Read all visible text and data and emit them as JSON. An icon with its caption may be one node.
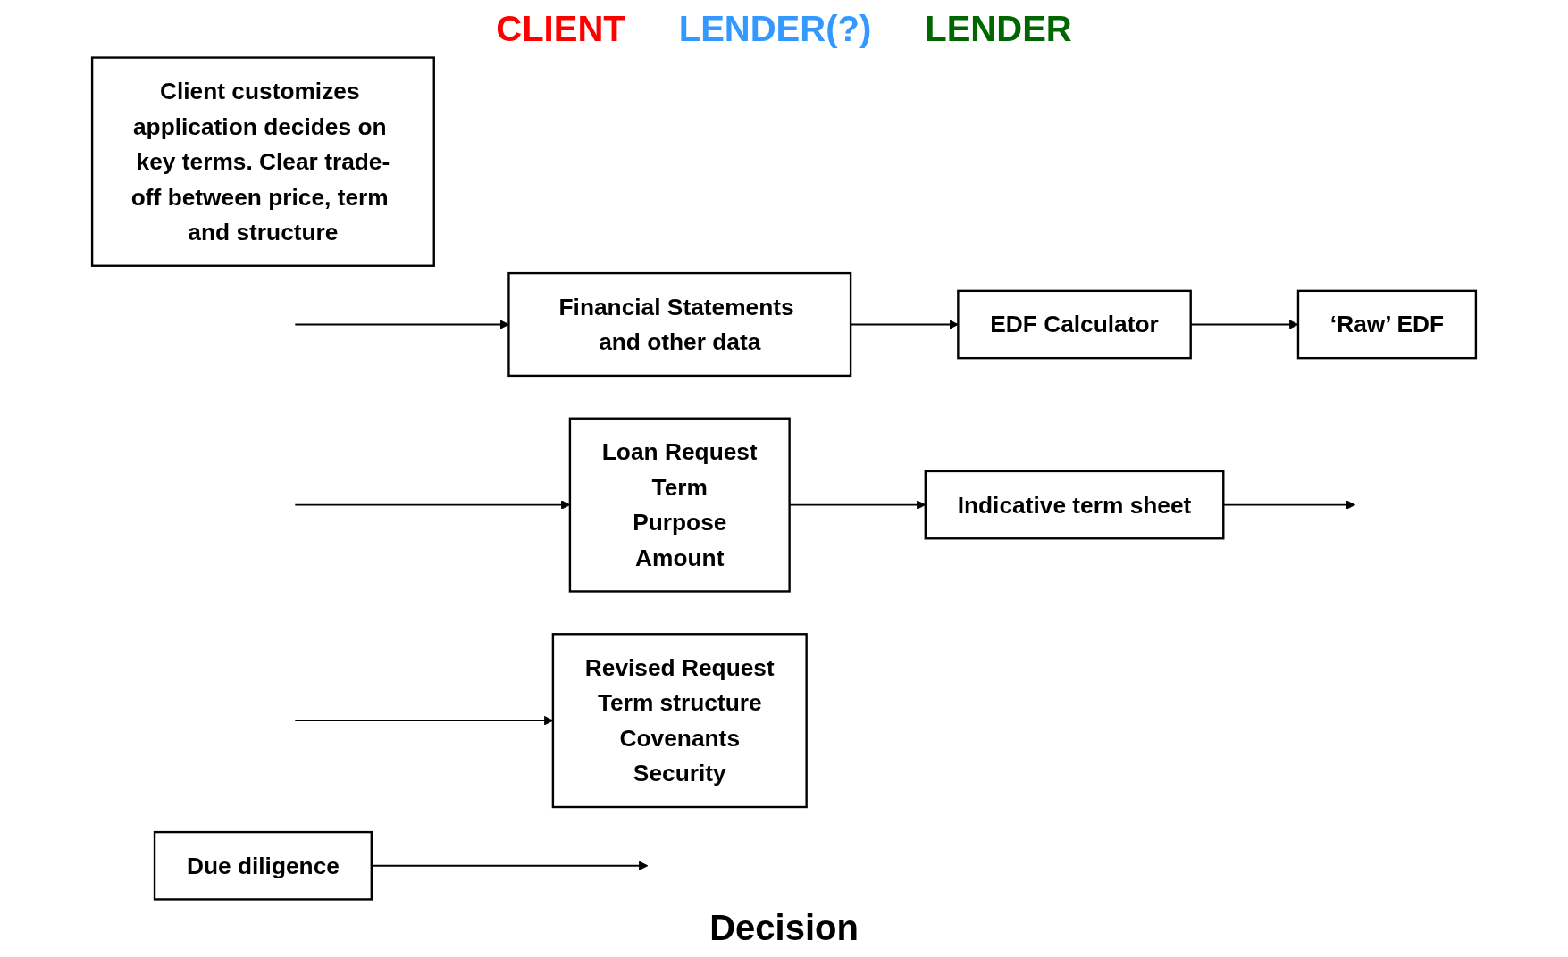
{
  "diagram": {
    "nodes": [
      {
        "text": [
          "Financial Statements and other data"
        ]
      },
      {
        "text": [
          "EDF Calculator"
        ]
      },
      {
        "text": [
          "‘Raw’ EDF"
        ]
      },
      {
        "text": [
          "Client customizes application decides on key terms. Clear trade-off between price, term and structure"
        ]
      },
      {
        "text": [
          "Loan Request",
          "Term",
          "Purpose",
          "Amount"
        ]
      },
      {
        "text": [
          "Indicative term sheet"
        ]
      },
      {
        "text": [
          "Revised Request",
          "Term structure",
          "Covenants",
          "Security"
        ]
      },
      {
        "text": [
          "Due diligence"
        ]
      }
    ],
    "edges": [
      {
        "from": null,
        "to": 0,
        "arrow": "to"
      },
      {
        "from": 0,
        "to": 1,
        "arrow": "to"
      },
      {
        "from": 1,
        "to": 2,
        "arrow": "to"
      },
      {
        "from": null,
        "to": 4,
        "arrow": "to"
      },
      {
        "from": 4,
        "to": 5,
        "arrow": "to"
      },
      {
        "from": 5,
        "to": null,
        "arrow": "to"
      },
      {
        "from": null,
        "to": 6,
        "arrow": "to"
      },
      {
        "from": 7,
        "to": null,
        "arrow": "to"
      }
    ],
    "labels": [
      "CLIENT",
      "LENDER(?)",
      "LENDER",
      "Decision"
    ]
  }
}
